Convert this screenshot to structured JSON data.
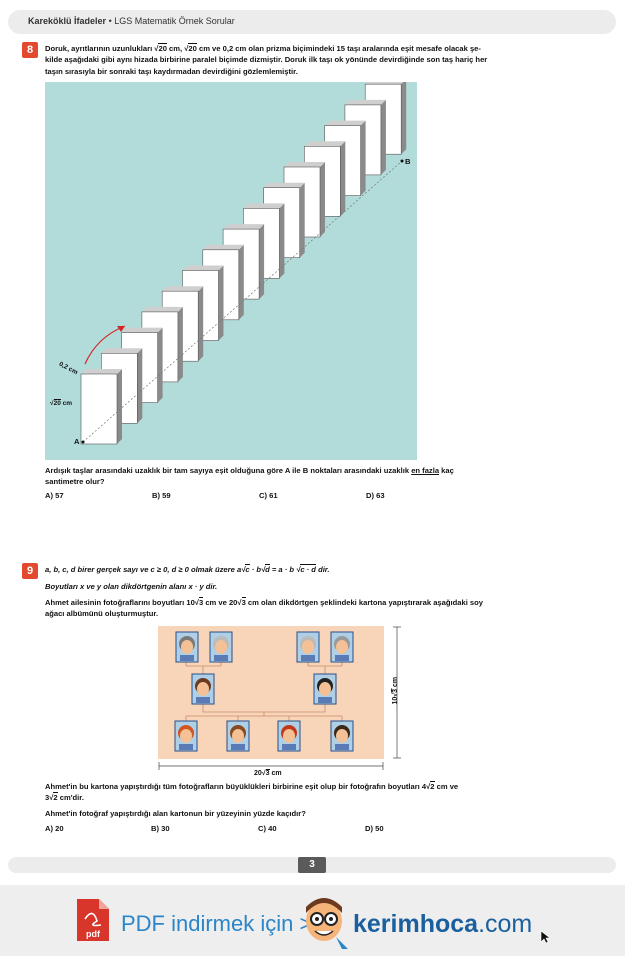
{
  "header": {
    "title": "Kareköklü İfadeler",
    "sep": "•",
    "subtitle": "LGS Matematik Örnek Sorular"
  },
  "q8": {
    "num": "8",
    "text_l1a": "Doruk, ayrıtlarının uzunlukları ",
    "r1": "20",
    "text_l1b": " cm, ",
    "r2": "20",
    "text_l1c": " cm ve 0,2 cm olan prizma biçimindeki 15 taşı aralarında eşit mesafe olacak şe-",
    "text_l2": "kilde aşağıdaki gibi aynı hizada birbirine paralel biçimde dizmiştir. Doruk ilk taşı ok yönünde devirdiğinde son taş hariç her",
    "text_l3": "taşın sırasıyla bir sonraki taşı kaydırmadan devirdiğini gözlemlemiştir.",
    "label_thick": "0,2 cm",
    "label_height": "20",
    "label_height_unit": " cm",
    "label_a": "A",
    "label_b": "B",
    "question_a": "Ardışık taşlar arasındaki uzaklık bir tam sayıya eşit olduğuna göre A ile B noktaları arasındaki uzaklık ",
    "question_em": "en fazla",
    "question_b": " kaç",
    "question_c": "santimetre olur?",
    "choices": [
      "A) 57",
      "B) 59",
      "C) 61",
      "D) 63"
    ]
  },
  "q9": {
    "num": "9",
    "l1a": "a, b, c, d birer gerçek sayı  ve  c ≥ 0, d ≥ 0 olmak üzere a",
    "c": "c",
    "l1b": " · b",
    "d": "d",
    "l1c": "  =  a · b ",
    "cd": "c · d",
    "l1d": " dir.",
    "l2": "Boyutları x ve y olan dikdörtgenin alanı x · y dir.",
    "l3a": "Ahmet ailesinin fotoğraflarını boyutları 10",
    "r3a": "3",
    "l3b": " cm ve 20",
    "r3b": "3",
    "l3c": " cm olan dikdörtgen şeklindeki kartona yapıştırarak aşağıdaki soy",
    "l4": "ağacı albümünü oluşturmuştur.",
    "dim_w": "20",
    "dim_w_r": "3",
    "dim_w_u": " cm",
    "dim_h": "10",
    "dim_h_r": "3",
    "dim_h_u": " cm",
    "l5a": "Ahmet'in bu kartona yapıştırdığı tüm fotoğrafların büyüklükleri birbirine eşit olup bir fotoğrafın boyutları 4",
    "r5a": "2",
    "l5b": " cm ve",
    "l6a": "3",
    "r6": "2",
    "l6b": " cm'dir.",
    "question": "Ahmet'in fotoğraf yapıştırdığı alan kartonun bir yüzeyinin yüzde kaçıdır?",
    "choices": [
      "A) 20",
      "B) 30",
      "C) 40",
      "D) 50"
    ]
  },
  "page": {
    "number": "3"
  },
  "footer": {
    "pdf_icon": "pdf",
    "label": "PDF indirmek için >",
    "brand_a": "kerimhoca",
    "brand_b": ".com"
  },
  "colors": {
    "accent": "#e2492f",
    "teal": "#b2dcd9",
    "peach": "#f8d5b8",
    "blue": "#2a86c8"
  }
}
